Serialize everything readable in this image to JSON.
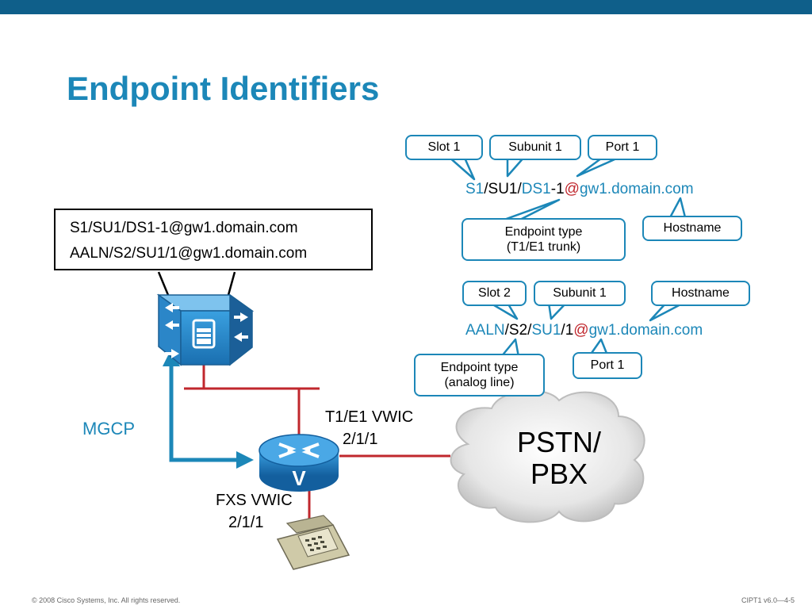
{
  "slide": {
    "title": "Endpoint Identifiers",
    "footer_left": "© 2008 Cisco Systems, Inc. All rights reserved.",
    "footer_right": "CIPT1 v6.0—4-5"
  },
  "colors": {
    "accent": "#1c87b8",
    "topbar": "#0f5f8a",
    "link_red": "#c0272d",
    "address_red": "#c0272d"
  },
  "trunk_callouts": {
    "slot": "Slot 1",
    "subunit": "Subunit 1",
    "port": "Port 1",
    "endpoint_type": "Endpoint type\n(T1/E1 trunk)",
    "endpoint_type_line1": "Endpoint type",
    "endpoint_type_line2": "(T1/E1 trunk)",
    "hostname": "Hostname"
  },
  "trunk_address": {
    "slot": "S1",
    "sep1": "/",
    "subunit": "SU1",
    "sep2": "/",
    "type": "DS1",
    "dash": "-",
    "port": "1",
    "at": "@",
    "host": "gw1.domain.com"
  },
  "analog_callouts": {
    "slot": "Slot 2",
    "subunit": "Subunit 1",
    "hostname": "Hostname",
    "endpoint_type_line1": "Endpoint type",
    "endpoint_type_line2": "(analog line)",
    "port": "Port 1"
  },
  "analog_address": {
    "type": "AALN",
    "sep1": "/",
    "slot": "S2",
    "sep2": "/",
    "subunit": "SU1",
    "sep3": "/",
    "port": "1",
    "at": "@",
    "host": "gw1.domain.com"
  },
  "id_box": {
    "line1": "S1/SU1/DS1-1@gw1.domain.com",
    "line2": "AALN/S2/SU1/1@gw1.domain.com"
  },
  "labels": {
    "mgcp": "MGCP",
    "t1_vwic_line1": "T1/E1 VWIC",
    "t1_vwic_line2": "2/1/1",
    "fxs_vwic_line1": "FXS VWIC",
    "fxs_vwic_line2": "2/1/1",
    "pstn_line1": "PSTN/",
    "pstn_line2": "PBX"
  },
  "icons": [
    "call-agent-switch-icon",
    "voice-router-icon",
    "analog-phone-icon",
    "pstn-cloud-icon"
  ]
}
